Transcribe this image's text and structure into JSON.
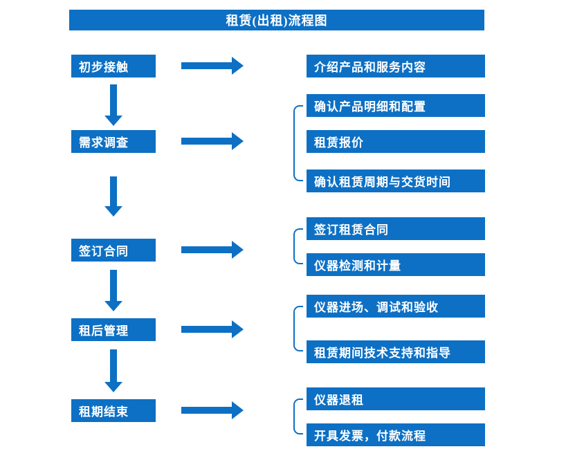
{
  "title": "租赁(出租)流程图",
  "colors": {
    "primary": "#0d70c4",
    "text_on_primary": "#ffffff",
    "background": "#ffffff"
  },
  "steps": [
    {
      "label": "初步接触",
      "outputs": [
        "介绍产品和服务内容"
      ]
    },
    {
      "label": "需求调查",
      "outputs": [
        "确认产品明细和配置",
        "租赁报价",
        "确认租赁周期与交货时间"
      ]
    },
    {
      "label": "签订合同",
      "outputs": [
        "签订租赁合同",
        "仪器检测和计量"
      ]
    },
    {
      "label": "租后管理",
      "outputs": [
        "仪器进场、调试和验收",
        "租赁期间技术支持和指导"
      ]
    },
    {
      "label": "租期结束",
      "outputs": [
        "仪器退租",
        "开具发票，付款流程"
      ]
    }
  ]
}
